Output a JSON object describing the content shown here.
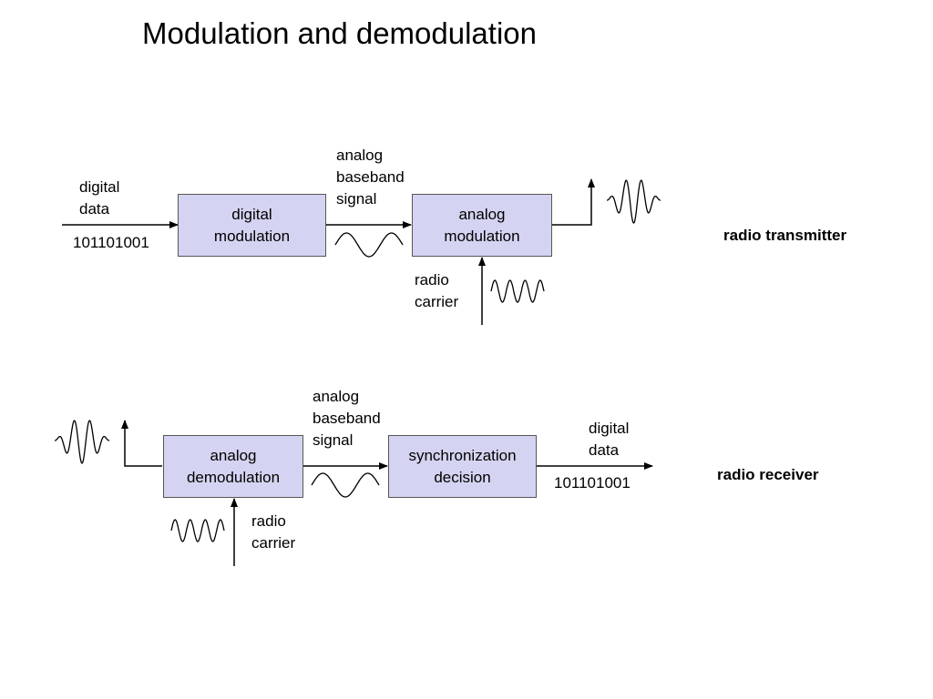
{
  "title": "Modulation and demodulation",
  "transmitter": {
    "section_label": "radio transmitter",
    "input_label": "digital\ndata",
    "input_bits": "101101001",
    "block1": "digital\nmodulation",
    "mid_label": "analog\nbaseband\nsignal",
    "block2": "analog\nmodulation",
    "carrier_label": "radio\ncarrier"
  },
  "receiver": {
    "section_label": "radio receiver",
    "block1": "analog\ndemodulation",
    "mid_label": "analog\nbaseband\nsignal",
    "block2": "synchronization\ndecision",
    "output_label": "digital\ndata",
    "output_bits": "101101001",
    "carrier_label": "radio\ncarrier"
  },
  "colors": {
    "block_fill": "#d4d4f2",
    "block_border": "#555555"
  }
}
